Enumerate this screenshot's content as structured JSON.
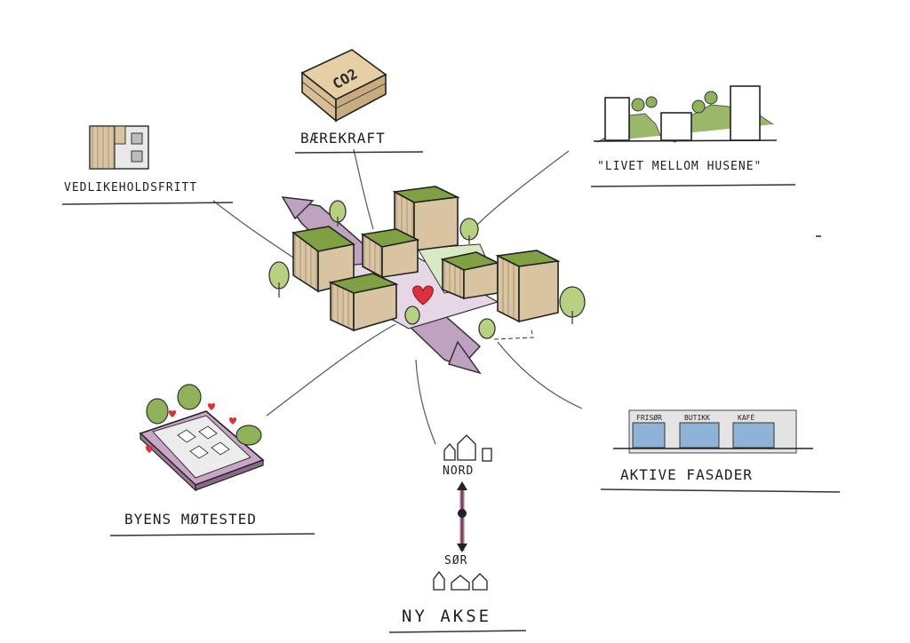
{
  "labels": {
    "vedlikehold": "VEDLIKEHOLDSFRITT",
    "baerekraft": "BÆREKRAFT",
    "livet": "\"LIVET MELLOM HUSENE\"",
    "byens": "BYENS MØTESTED",
    "aktive": "AKTIVE FASADER",
    "ny_akse": "NY AKSE",
    "nord": "NORD",
    "sor": "SØR",
    "co2": "CO2"
  },
  "shop_signs": [
    "FRISØR",
    "BUTIKK",
    "KAFÉ"
  ],
  "colors": {
    "wood": "#d8c4a1",
    "green_roof": "#7fa043",
    "purple_axis": "#b79ab9",
    "heart_red": "#d9313d",
    "tree": "#a8c66c",
    "shop_blue": "#8fb3d6"
  }
}
